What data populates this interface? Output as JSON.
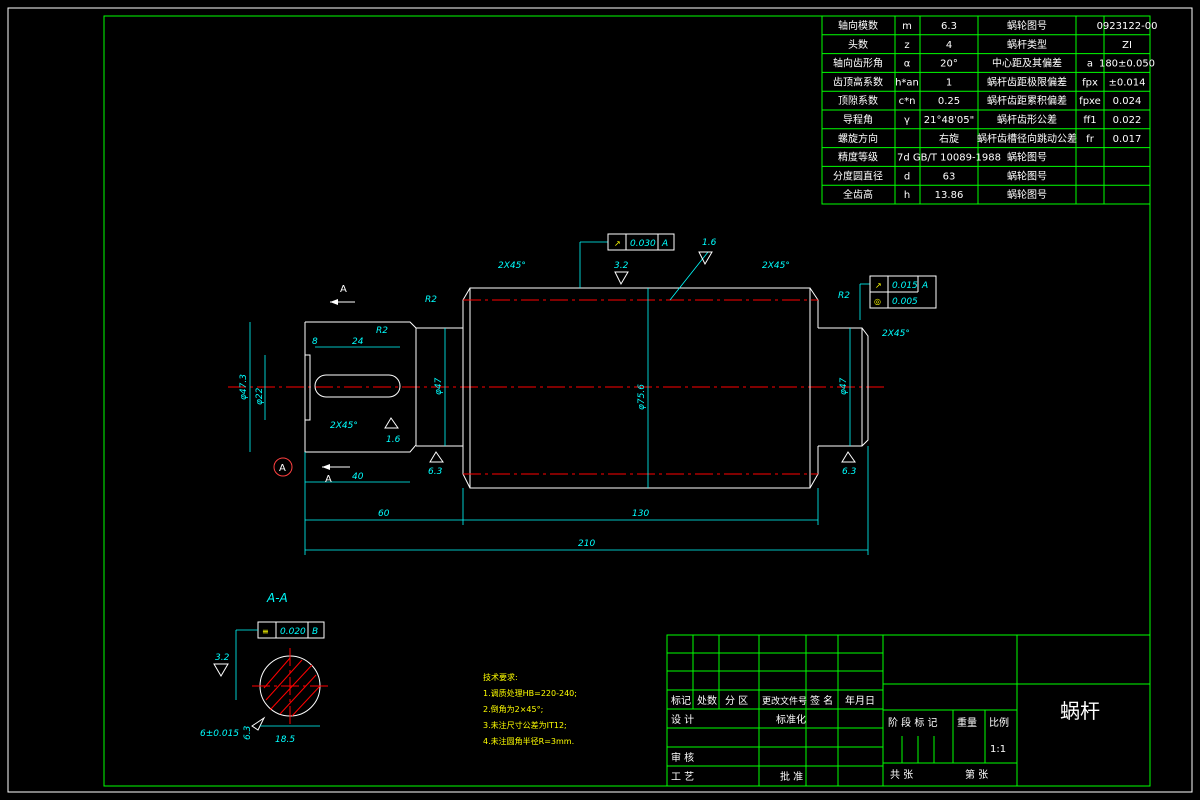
{
  "params": [
    {
      "label": "轴向模数",
      "sym": "m",
      "val": "6.3",
      "label2": "蜗轮图号",
      "sym2": "",
      "val2": "0923122-00"
    },
    {
      "label": "头数",
      "sym": "z",
      "val": "4",
      "label2": "蜗杆类型",
      "sym2": "",
      "val2": "ZI"
    },
    {
      "label": "轴向齿形角",
      "sym": "α",
      "val": "20°",
      "label2": "中心距及其偏差",
      "sym2": "a",
      "val2": "180±0.050"
    },
    {
      "label": "齿顶高系数",
      "sym": "h*an",
      "val": "1",
      "label2": "蜗杆齿距极限偏差",
      "sym2": "fpx",
      "val2": "±0.014"
    },
    {
      "label": "顶隙系数",
      "sym": "c*n",
      "val": "0.25",
      "label2": "蜗杆齿距累积偏差",
      "sym2": "fpxe",
      "val2": "0.024"
    },
    {
      "label": "导程角",
      "sym": "γ",
      "val": "21°48'05\"",
      "label2": "蜗杆齿形公差",
      "sym2": "ff1",
      "val2": "0.022"
    },
    {
      "label": "螺旋方向",
      "sym": "",
      "val": "右旋",
      "label2": "蜗杆齿槽径向跳动公差",
      "sym2": "fr",
      "val2": "0.017"
    },
    {
      "label": "精度等级",
      "sym": "",
      "val": "7d GB/T 10089-1988",
      "label2": "蜗轮图号",
      "sym2": "",
      "val2": ""
    },
    {
      "label": "分度圆直径",
      "sym": "d",
      "val": "63",
      "label2": "蜗轮图号",
      "sym2": "",
      "val2": ""
    },
    {
      "label": "全齿高",
      "sym": "h",
      "val": "13.86",
      "label2": "蜗轮图号",
      "sym2": "",
      "val2": ""
    }
  ],
  "dims": {
    "d1": "2X45°",
    "d2": "2X45°",
    "d3": "2X45°",
    "d4": "2X45°",
    "r1": "R2",
    "r2": "R2",
    "r3": "R2",
    "gt1_val": "0.030",
    "gt1_ref": "A",
    "gt2_val": "0.015",
    "gt2_ref": "A",
    "gt3_val": "0.005",
    "gt4_val": "0.020",
    "gt4_ref": "B",
    "rough16a": "1.6",
    "rough32": "3.2",
    "rough16b": "1.6",
    "rough63a": "6.3",
    "rough63b": "6.3",
    "rough32b": "3.2",
    "rough63c": "6.3",
    "len8": "8",
    "len24": "24",
    "len40": "40",
    "len60": "60",
    "len130": "130",
    "len210": "210",
    "dia473": "φ47.3",
    "dia47a": "φ47",
    "dia756": "φ75.6",
    "dia47b": "φ47",
    "dia22": "φ22",
    "sect_lbl": "A",
    "datum_a": "A",
    "sect_title": "A-A",
    "sect_dim": "18.5",
    "sect_tol": "6±0.015"
  },
  "notes": {
    "title": "技术要求:",
    "items": [
      "1.调质处理HB=220-240;",
      "2.倒角为2×45°;",
      "3.未注尺寸公差为IT12;",
      "4.未注圆角半径R=3mm."
    ]
  },
  "titleblock": {
    "part_name": "蜗杆",
    "h1": "标记",
    "h2": "处数",
    "h3": "分 区",
    "h4": "更改文件号",
    "h5": "签 名",
    "h6": "年月日",
    "design": "设 计",
    "standard": "标准化",
    "stage": "阶 段 标 记",
    "weight": "重量",
    "scale_lbl": "比例",
    "scale": "1:1",
    "review": "审 核",
    "process": "工 艺",
    "approve": "批 准",
    "sheets": "共 张",
    "sheet": "第 张"
  }
}
